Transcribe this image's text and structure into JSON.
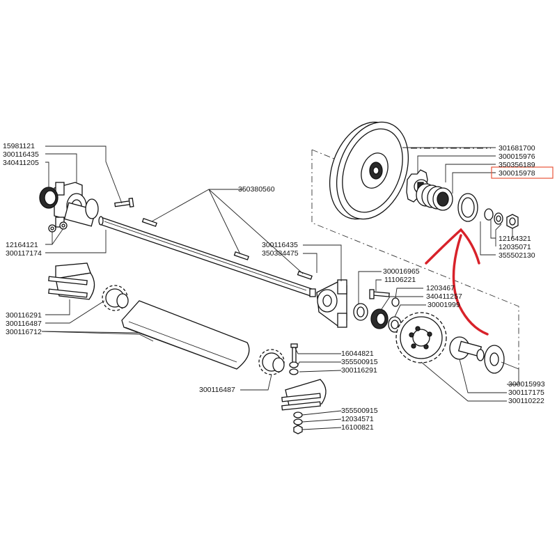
{
  "diagram": {
    "labels": {
      "l_15981121": "15981121",
      "l_300116435_a": "300116435",
      "l_340411205": "340411205",
      "l_12164121": "12164121",
      "l_300117174": "300117174",
      "l_350380560": "350380560",
      "l_300116435_b": "300116435",
      "l_350384475": "350384475",
      "l_300116291_a": "300116291",
      "l_300116487_a": "300116487",
      "l_300116712": "300116712",
      "l_301681700": "301681700",
      "l_300015976": "300015976",
      "l_350356189": "350356189",
      "l_300015978": "300015978",
      "l_12164321": "12164321",
      "l_12035071": "12035071",
      "l_355502130": "355502130",
      "l_300016965": "300016965",
      "l_11106221": "11106221",
      "l_1203467": "1203467",
      "l_340411257": "340411257",
      "l_30001999": "30001999",
      "l_16044821": "16044821",
      "l_355500915_a": "355500915",
      "l_300116291_b": "300116291",
      "l_300116487_b": "300116487",
      "l_355500915_b": "355500915",
      "l_12034571": "12034571",
      "l_16100821": "16100821",
      "l_300015993": "300015993",
      "l_300117175": "300117175",
      "l_300110222": "300110222"
    },
    "highlight": {
      "box_color": "#e8553a",
      "arrow_color": "#d8222a"
    }
  }
}
